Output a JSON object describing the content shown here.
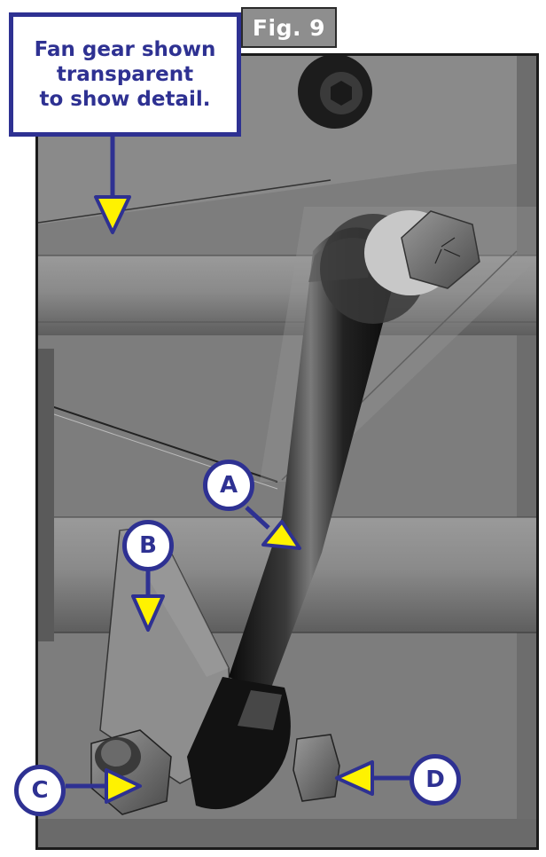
{
  "figure": {
    "tag": "Fig. 9",
    "note": "Fan gear shown transparent to show detail."
  },
  "labels": {
    "a": "A",
    "b": "B",
    "c": "C",
    "d": "D"
  },
  "colors": {
    "callout_blue": "#2e3192",
    "arrow_yellow": "#fff200",
    "tag_gray": "#8e8e8e",
    "background_gray": "#7b7b7b"
  }
}
